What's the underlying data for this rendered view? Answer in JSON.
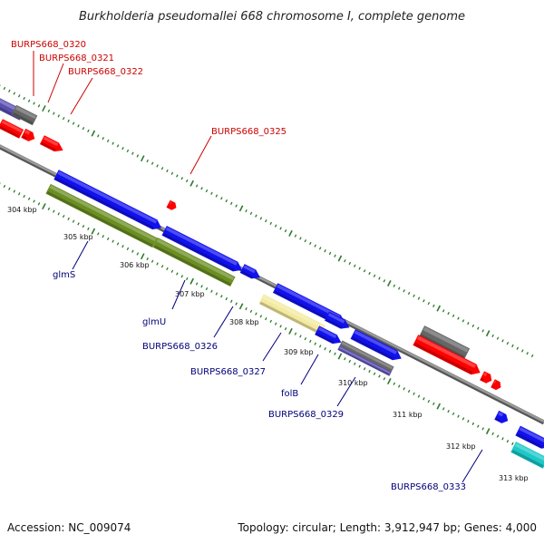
{
  "title": "Burkholderia pseudomallei 668 chromosome I, complete genome",
  "accession": "Accession: NC_009074",
  "topology": "Topology: circular; Length: 3,912,947 bp; Genes: 4,000",
  "colors": {
    "backbone": "#8a8a8a",
    "tick": "#2a7a2a",
    "top_label": "#cc0000",
    "bottom_label": "#00007a",
    "red": "#ff0000",
    "blue": "#1111ee",
    "olive": "#6b8e23",
    "grey": "#666666",
    "purple": "#5a4fb0",
    "pale_yellow": "#f3eaa0",
    "cyan": "#1cc8c8"
  },
  "kbp_ticks": [
    {
      "id": "304",
      "label": "304 kbp"
    },
    {
      "id": "305",
      "label": "305 kbp"
    },
    {
      "id": "306",
      "label": "306 kbp"
    },
    {
      "id": "307",
      "label": "307 kbp"
    },
    {
      "id": "308",
      "label": "308 kbp"
    },
    {
      "id": "309",
      "label": "309 kbp"
    },
    {
      "id": "310",
      "label": "310 kbp"
    },
    {
      "id": "311",
      "label": "311 kbp"
    },
    {
      "id": "312",
      "label": "312 kbp"
    },
    {
      "id": "313",
      "label": "313 kbp"
    }
  ],
  "top_labels": [
    {
      "id": "BURPS668_0320",
      "text": "BURPS668_0320"
    },
    {
      "id": "BURPS668_0321",
      "text": "BURPS668_0321"
    },
    {
      "id": "BURPS668_0322",
      "text": "BURPS668_0322"
    },
    {
      "id": "BURPS668_0325",
      "text": "BURPS668_0325"
    }
  ],
  "bottom_labels": [
    {
      "id": "glmS",
      "text": "glmS"
    },
    {
      "id": "glmU",
      "text": "glmU"
    },
    {
      "id": "BURPS668_0326",
      "text": "BURPS668_0326"
    },
    {
      "id": "BURPS668_0327",
      "text": "BURPS668_0327"
    },
    {
      "id": "folB",
      "text": "folB"
    },
    {
      "id": "BURPS668_0329",
      "text": "BURPS668_0329"
    },
    {
      "id": "BURPS668_0333",
      "text": "BURPS668_0333"
    }
  ]
}
